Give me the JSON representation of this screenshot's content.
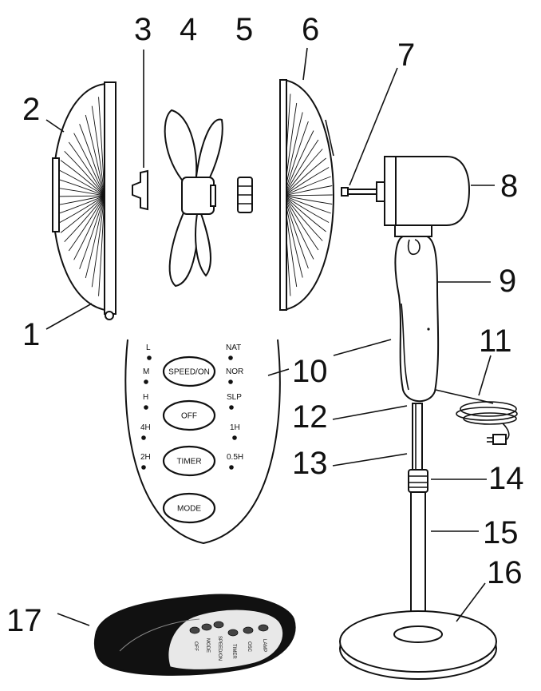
{
  "callouts": [
    "1",
    "2",
    "3",
    "4",
    "5",
    "6",
    "7",
    "8",
    "9",
    "10",
    "11",
    "12",
    "13",
    "14",
    "15",
    "16",
    "17"
  ],
  "control_panel": {
    "left_labels": [
      "L",
      "M",
      "H",
      "4H",
      "2H"
    ],
    "right_labels": [
      "NAT",
      "NOR",
      "SLP",
      "1H",
      "0.5H"
    ],
    "buttons": [
      "SPEED/ON",
      "OFF",
      "TIMER",
      "MODE"
    ]
  },
  "remote": {
    "buttons": [
      "OFF",
      "MODE",
      "SPEED/ON",
      "TIMER",
      "OSC",
      "LAMP"
    ]
  }
}
